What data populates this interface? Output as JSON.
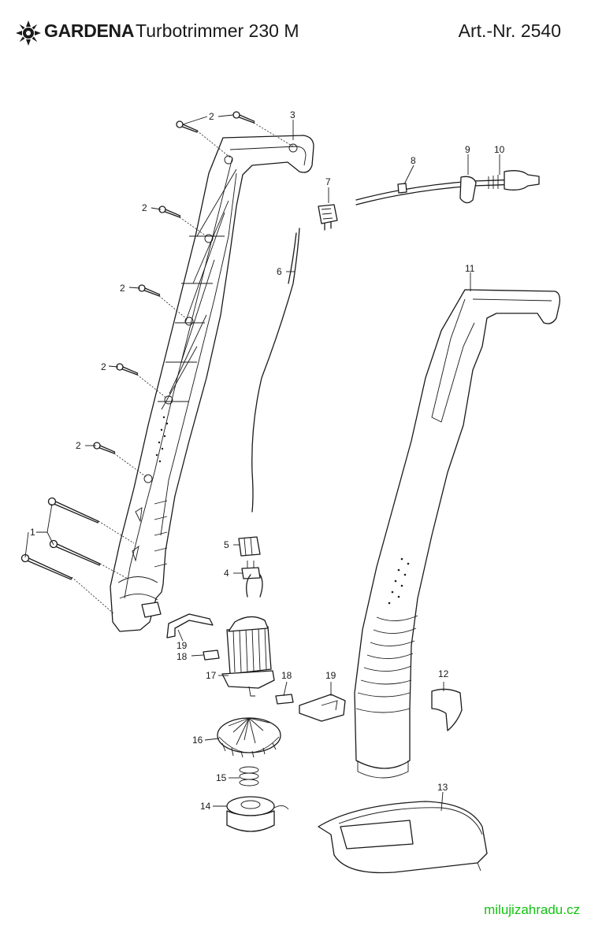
{
  "header": {
    "brand": "GARDENA",
    "model": "Turbotrimmer 230 M",
    "article": "Art.-Nr. 2540"
  },
  "icons": {
    "logo": "gardena-flower-logo-icon"
  },
  "callouts": [
    {
      "id": "c1",
      "label": "1"
    },
    {
      "id": "c2a",
      "label": "2"
    },
    {
      "id": "c2b",
      "label": "2"
    },
    {
      "id": "c2c",
      "label": "2"
    },
    {
      "id": "c2d",
      "label": "2"
    },
    {
      "id": "c2e",
      "label": "2"
    },
    {
      "id": "c3",
      "label": "3"
    },
    {
      "id": "c4",
      "label": "4"
    },
    {
      "id": "c5",
      "label": "5"
    },
    {
      "id": "c6",
      "label": "6"
    },
    {
      "id": "c7",
      "label": "7"
    },
    {
      "id": "c8",
      "label": "8"
    },
    {
      "id": "c9",
      "label": "9"
    },
    {
      "id": "c10",
      "label": "10"
    },
    {
      "id": "c11",
      "label": "11"
    },
    {
      "id": "c12",
      "label": "12"
    },
    {
      "id": "c13",
      "label": "13"
    },
    {
      "id": "c14",
      "label": "14"
    },
    {
      "id": "c15",
      "label": "15"
    },
    {
      "id": "c16",
      "label": "16"
    },
    {
      "id": "c17",
      "label": "17"
    },
    {
      "id": "c18a",
      "label": "18"
    },
    {
      "id": "c18b",
      "label": "18"
    },
    {
      "id": "c19a",
      "label": "19"
    },
    {
      "id": "c19b",
      "label": "19"
    }
  ],
  "footer": {
    "website": "milujizahradu.cz"
  },
  "colors": {
    "website": "#11c411",
    "line": "#1a1a1a"
  }
}
